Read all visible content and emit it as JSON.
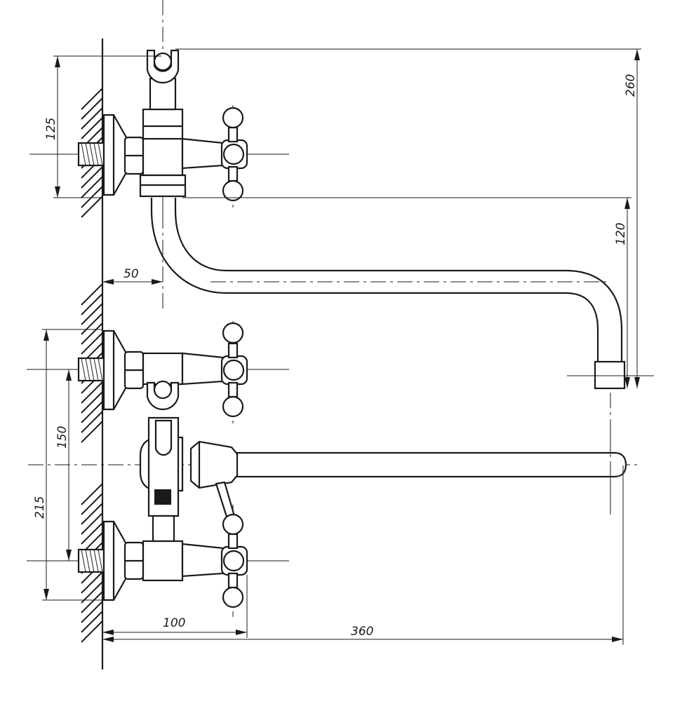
{
  "dimensions": {
    "d125": "125",
    "d260": "260",
    "d120": "120",
    "d50": "50",
    "d150": "150",
    "d215": "215",
    "d100": "100",
    "d360": "360"
  }
}
